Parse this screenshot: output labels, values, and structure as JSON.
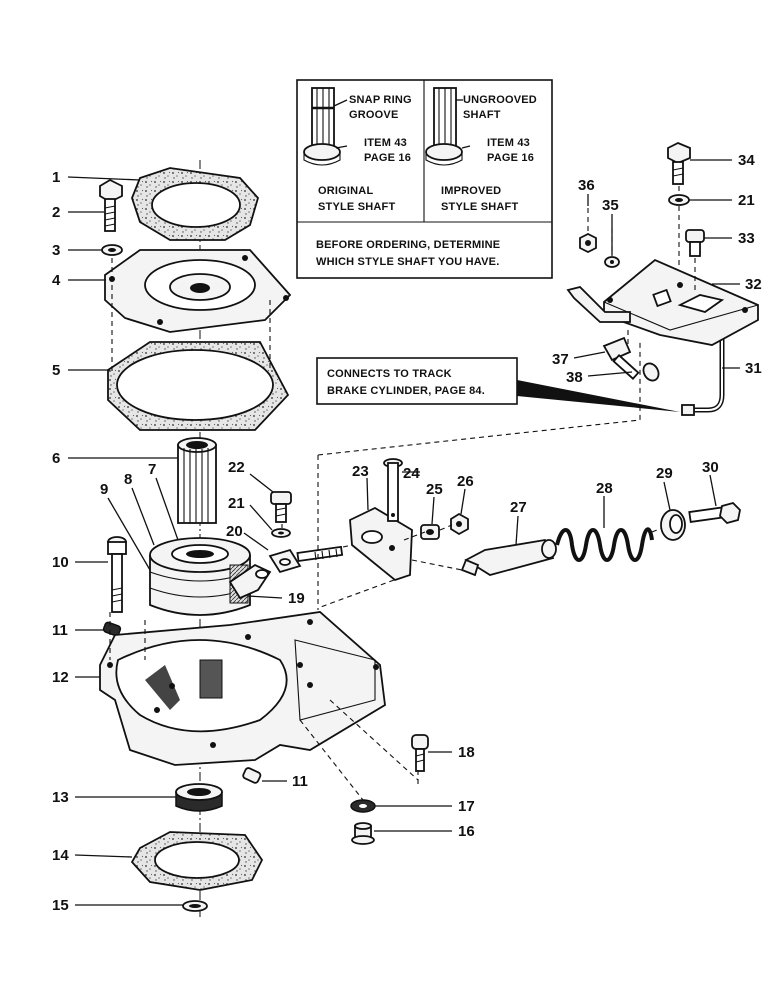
{
  "info_box": {
    "left_label": [
      "SNAP RING",
      "GROOVE"
    ],
    "left_item": [
      "ITEM 43",
      "PAGE 16"
    ],
    "left_caption": [
      "ORIGINAL",
      "STYLE SHAFT"
    ],
    "right_label": [
      "UNGROOVED",
      "SHAFT"
    ],
    "right_item": [
      "ITEM 43",
      "PAGE 16"
    ],
    "right_caption": [
      "IMPROVED",
      "STYLE SHAFT"
    ],
    "note": [
      "BEFORE ORDERING, DETERMINE",
      "WHICH STYLE SHAFT YOU HAVE."
    ]
  },
  "callout": [
    "CONNECTS TO TRACK",
    "BRAKE CYLINDER, PAGE 84."
  ],
  "part_numbers": [
    "1",
    "2",
    "3",
    "4",
    "5",
    "6",
    "7",
    "8",
    "9",
    "10",
    "11",
    "12",
    "13",
    "14",
    "15",
    "16",
    "17",
    "18",
    "19",
    "20",
    "21",
    "22",
    "23",
    "24",
    "25",
    "26",
    "27",
    "28",
    "29",
    "30",
    "31",
    "32",
    "33",
    "34",
    "35",
    "36",
    "37",
    "38",
    "11",
    "21"
  ]
}
